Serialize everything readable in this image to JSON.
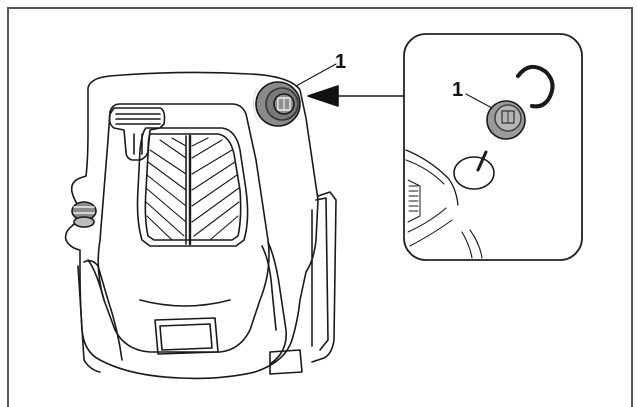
{
  "figure": {
    "type": "technical-illustration",
    "subject": "engine-cover-fuel-cap-removal",
    "colors": {
      "line": "#1a1a1a",
      "frame": "#555555",
      "cap_fill": "#8a8a8a",
      "background": "#ffffff"
    }
  },
  "main_view": {
    "callout": {
      "label": "1"
    },
    "arrow": {
      "direction": "left"
    }
  },
  "inset": {
    "callout": {
      "label": "1"
    },
    "rotation_arrow": {
      "direction": "counterclockwise"
    }
  }
}
